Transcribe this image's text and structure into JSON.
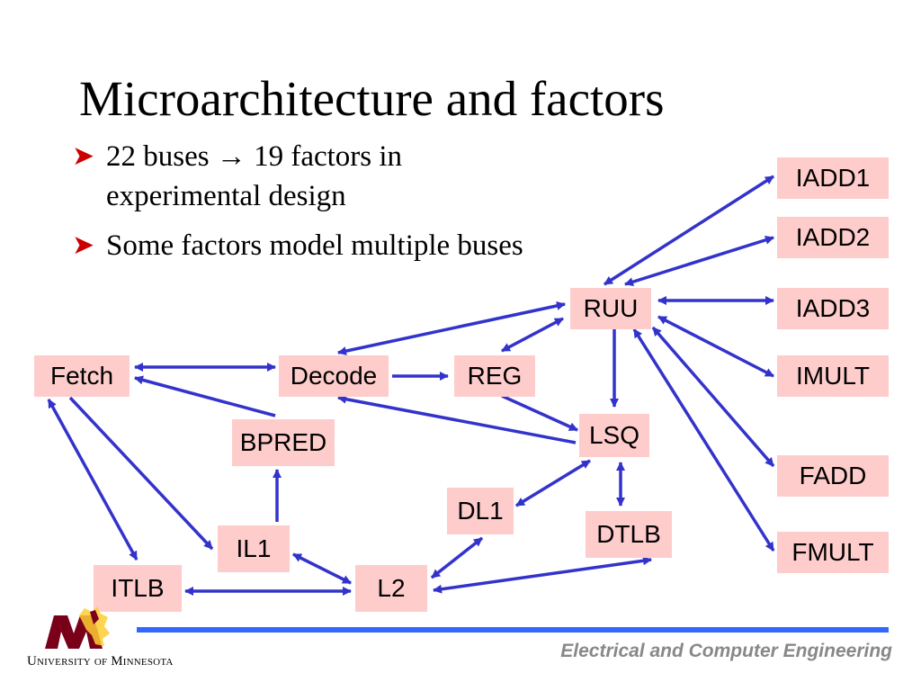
{
  "slide": {
    "title": "Microarchitecture and factors",
    "bullets": [
      {
        "text": "22 buses → 19 factors in experimental design"
      },
      {
        "text": "Some factors model multiple buses"
      }
    ]
  },
  "diagram": {
    "nodes": {
      "iadd1": "IADD1",
      "iadd2": "IADD2",
      "iadd3": "IADD3",
      "imult": "IMULT",
      "fadd": "FADD",
      "fmult": "FMULT",
      "ruu": "RUU",
      "fetch": "Fetch",
      "decode": "Decode",
      "reg": "REG",
      "lsq": "LSQ",
      "bpred": "BPRED",
      "dl1": "DL1",
      "dtlb": "DTLB",
      "il1": "IL1",
      "l2": "L2",
      "itlb": "ITLB"
    },
    "node_color": "#ffcccc",
    "arrow_color": "#3333cc"
  },
  "footer": {
    "department": "Electrical and Computer Engineering",
    "university": "University of Minnesota",
    "line_color": "#3366ff",
    "text_color": "#888888"
  }
}
